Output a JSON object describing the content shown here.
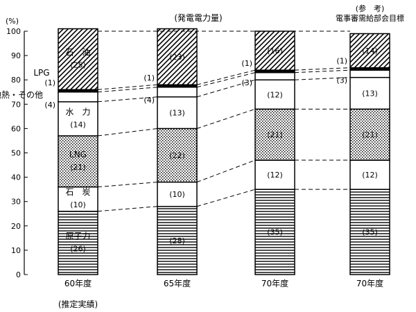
{
  "chart_data": {
    "type": "bar",
    "stacked": true,
    "title": "(発電電力量)",
    "y_unit": "(%)",
    "ylim": [
      0,
      100
    ],
    "yticks": [
      0,
      10,
      20,
      30,
      40,
      50,
      60,
      70,
      80,
      90,
      100
    ],
    "gridlines": false,
    "categories": [
      "60年度",
      "65年度",
      "70年度",
      "70年度"
    ],
    "column_notes": [
      "(推定実績)",
      "",
      "",
      "(参　考)\n電事審需給部会目標"
    ],
    "series": [
      {
        "name": "原子力",
        "pattern": "hlines",
        "values": [
          26,
          28,
          35,
          35
        ],
        "labels": [
          "(26)",
          "(28)",
          "(35)",
          "(35)"
        ]
      },
      {
        "name": "石　炭",
        "pattern": "white",
        "values": [
          10,
          10,
          12,
          12
        ],
        "labels": [
          "(10)",
          "(10)",
          "(12)",
          "(12)"
        ]
      },
      {
        "name": "LNG",
        "pattern": "dots",
        "values": [
          21,
          22,
          21,
          21
        ],
        "labels": [
          "(21)",
          "(22)",
          "(21)",
          "(21)"
        ]
      },
      {
        "name": "水　力",
        "pattern": "white",
        "values": [
          14,
          13,
          12,
          13
        ],
        "labels": [
          "(14)",
          "(13)",
          "(12)",
          "(13)"
        ]
      },
      {
        "name": "地熱・その他",
        "pattern": "white",
        "values": [
          4,
          4,
          3,
          3
        ],
        "labels": [
          "(4)",
          "(4)",
          "(3)",
          "(3)"
        ]
      },
      {
        "name": "LPG",
        "pattern": "black",
        "values": [
          1,
          1,
          1,
          1
        ],
        "labels": [
          "(1)",
          "(1)",
          "(1)",
          "(1)"
        ]
      },
      {
        "name": "石　油",
        "pattern": "diag",
        "values": [
          25,
          23,
          16,
          14
        ],
        "labels": [
          "(25)",
          "(23)",
          "(16)",
          "(14)"
        ]
      }
    ]
  }
}
